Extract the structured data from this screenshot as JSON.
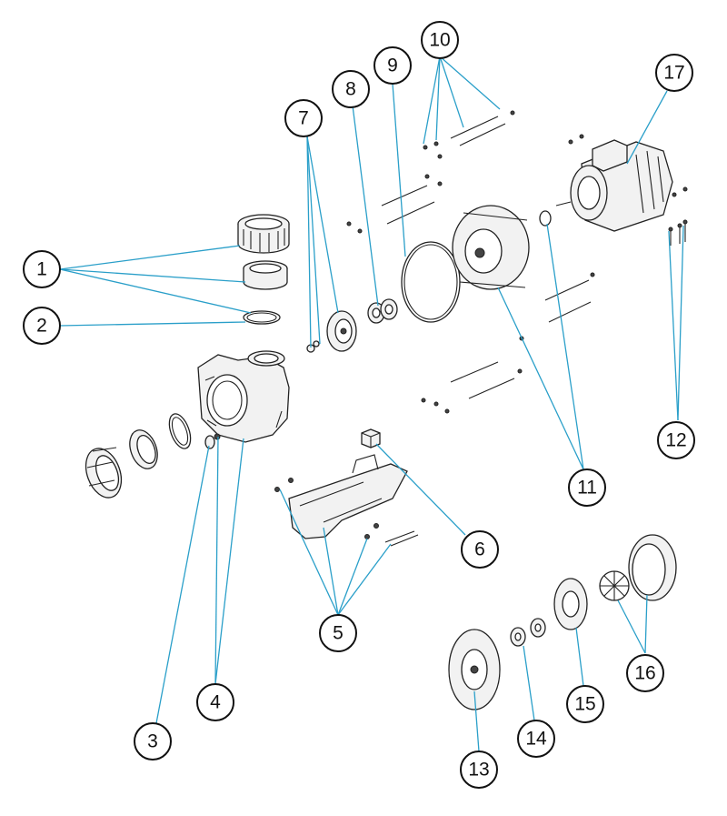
{
  "diagram": {
    "callouts": [
      {
        "id": "c1",
        "label": "1"
      },
      {
        "id": "c2",
        "label": "2"
      },
      {
        "id": "c3",
        "label": "3"
      },
      {
        "id": "c4",
        "label": "4"
      },
      {
        "id": "c5",
        "label": "5"
      },
      {
        "id": "c6",
        "label": "6"
      },
      {
        "id": "c7",
        "label": "7"
      },
      {
        "id": "c8",
        "label": "8"
      },
      {
        "id": "c9",
        "label": "9"
      },
      {
        "id": "c10",
        "label": "10"
      },
      {
        "id": "c11",
        "label": "11"
      },
      {
        "id": "c12",
        "label": "12"
      },
      {
        "id": "c13",
        "label": "13"
      },
      {
        "id": "c14",
        "label": "14"
      },
      {
        "id": "c15",
        "label": "15"
      },
      {
        "id": "c16",
        "label": "16"
      },
      {
        "id": "c17",
        "label": "17"
      }
    ],
    "colors": {
      "leader": "#2a9fc9",
      "outline": "#222222",
      "callout_border": "#111111"
    }
  }
}
